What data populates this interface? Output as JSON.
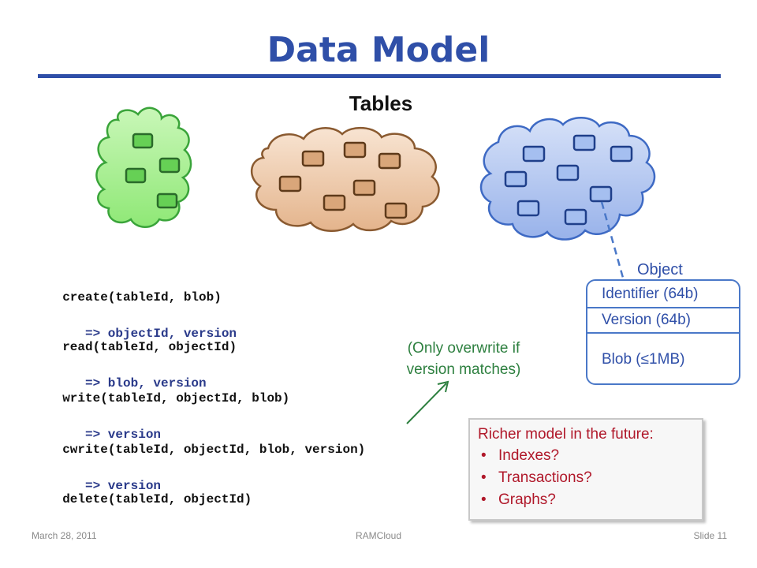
{
  "slide": {
    "title": "Data Model",
    "subtitle": "Tables"
  },
  "api": [
    {
      "call": "create(tableId, blob)",
      "ret": "=> objectId, version"
    },
    {
      "call": "read(tableId, objectId)",
      "ret": "=> blob, version"
    },
    {
      "call": "write(tableId, objectId, blob)",
      "ret": "=> version"
    },
    {
      "call": "cwrite(tableId, objectId, blob, version)",
      "ret": "=> version"
    },
    {
      "call": "delete(tableId, objectId)",
      "ret": ""
    }
  ],
  "object": {
    "label": "Object",
    "fields": [
      "Identifier (64b)",
      "Version (64b)",
      "Blob (≤1MB)"
    ]
  },
  "note": {
    "line1": "(Only overwrite if",
    "line2": "version matches)"
  },
  "future": {
    "heading": "Richer model in the future:",
    "items": [
      "Indexes?",
      "Transactions?",
      "Graphs?"
    ]
  },
  "footer": {
    "date": "March 28, 2011",
    "center": "RAMCloud",
    "slide": "Slide 11"
  },
  "colors": {
    "title": "#2f4fa8",
    "green_cloud": "#9ff08a",
    "tan_cloud": "#ecc09c",
    "blue_cloud": "#a9c0ef",
    "note": "#2e8040",
    "future_text": "#b0182a"
  }
}
